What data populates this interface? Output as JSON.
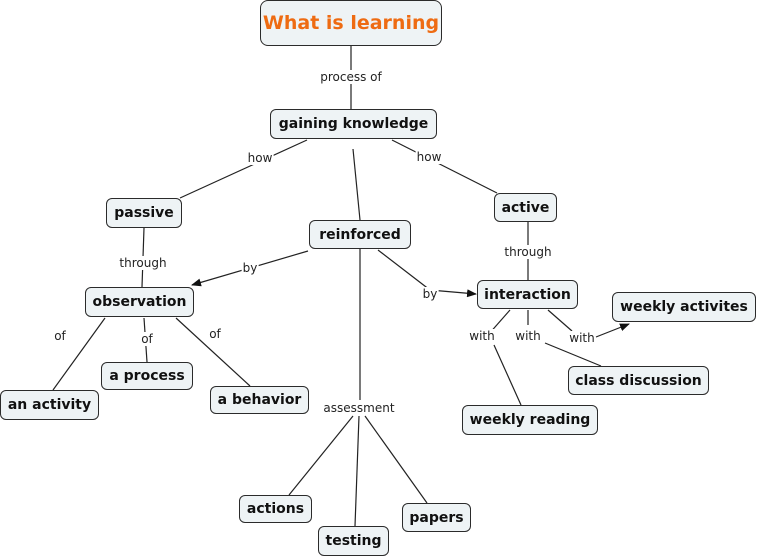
{
  "title": "What is learning",
  "colors": {
    "title": "#ee6b12",
    "node_fill": "#eef3f5",
    "node_border": "#2b2b2b",
    "line": "#222222"
  },
  "nodes": {
    "root": "What is learning",
    "gaining_knowledge": "gaining knowledge",
    "passive": "passive",
    "reinforced": "reinforced",
    "active": "active",
    "observation": "observation",
    "interaction": "interaction",
    "weekly_activites": "weekly activites",
    "class_discussion": "class discussion",
    "weekly_reading": "weekly reading",
    "a_process": "a process",
    "an_activity": "an activity",
    "a_behavior": "a behavior",
    "actions": "actions",
    "testing": "testing",
    "papers": "papers"
  },
  "links": {
    "process_of": "process of",
    "how_left": "how",
    "how_right": "how",
    "through_passive": "through",
    "through_active": "through",
    "by_observation": "by",
    "by_interaction": "by",
    "of_activity": "of",
    "of_process": "of",
    "of_behavior": "of",
    "with_reading": "with",
    "with_discussion": "with",
    "with_activites": "with",
    "assessment": "assessment"
  }
}
